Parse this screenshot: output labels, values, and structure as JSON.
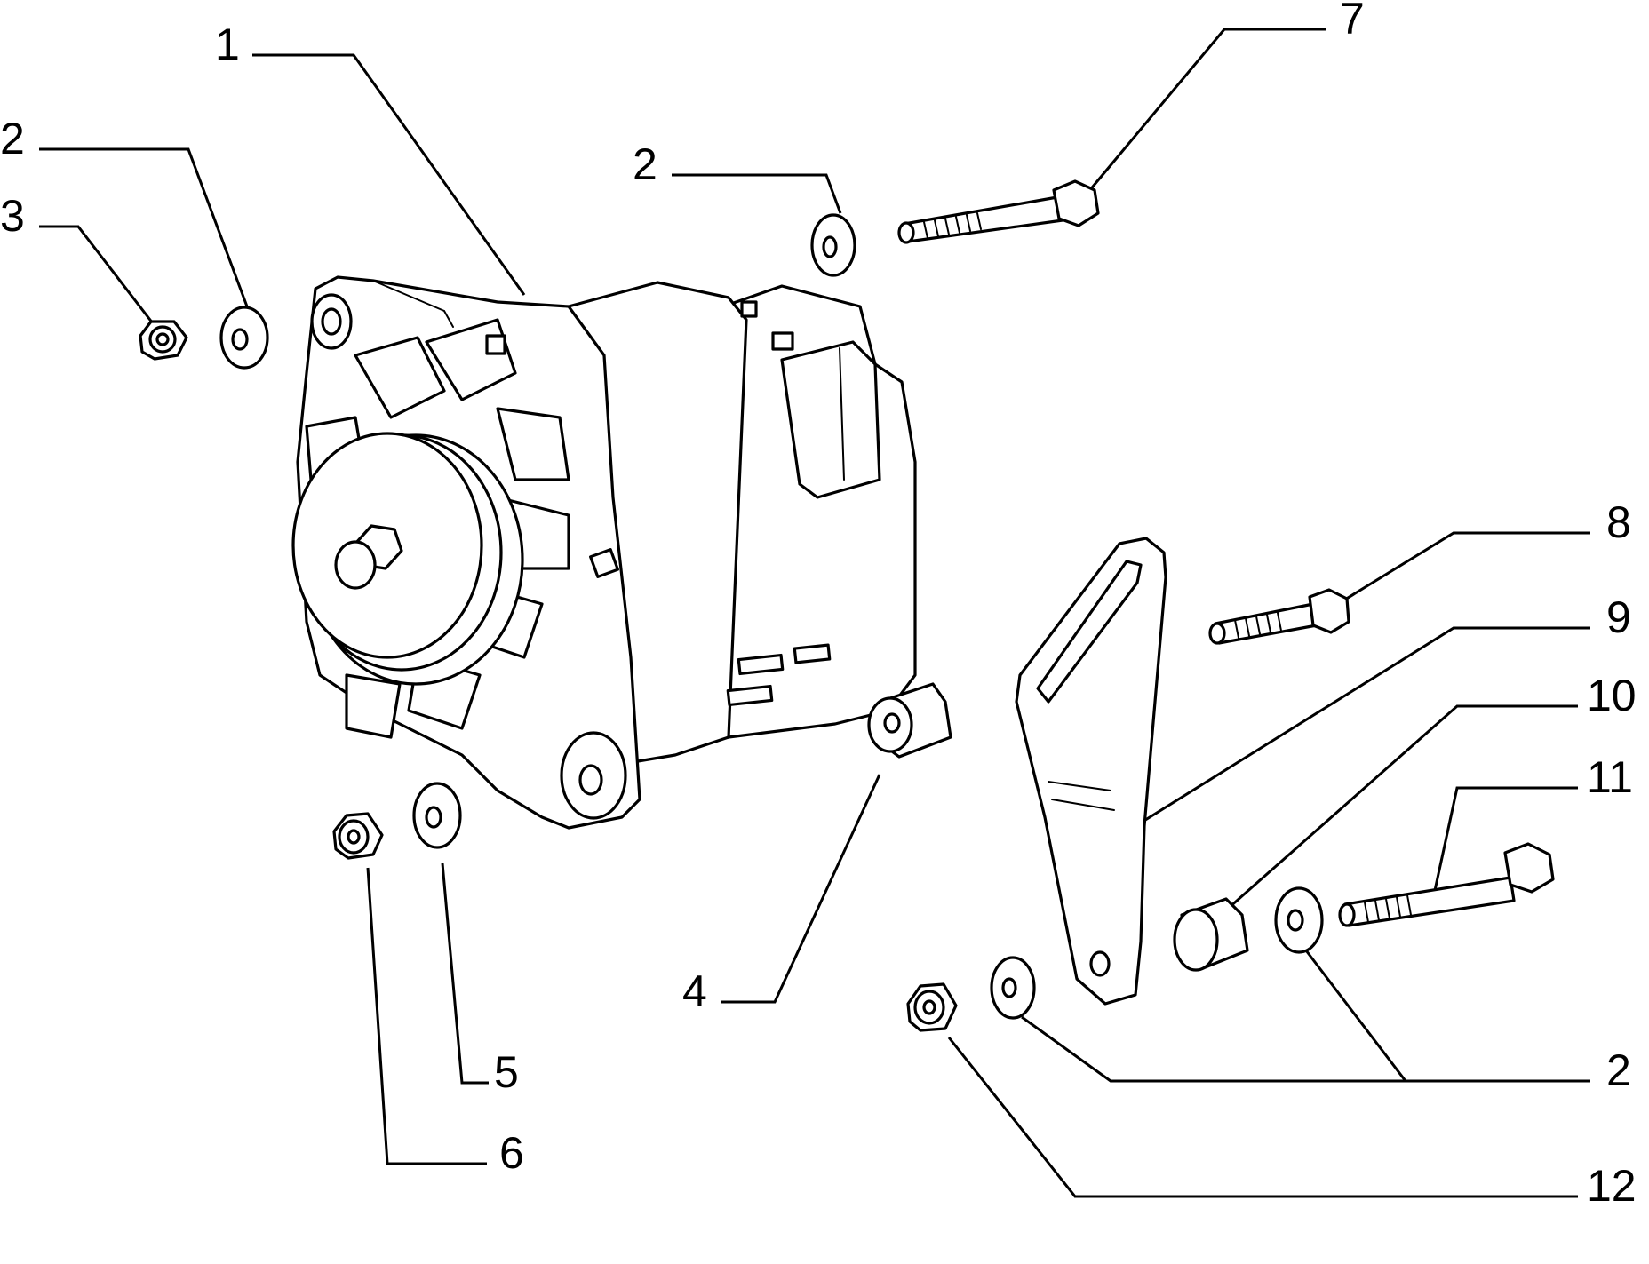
{
  "callouts": {
    "c1": "1",
    "c2_top_left": "2",
    "c3": "3",
    "c2_top_mid": "2",
    "c7": "7",
    "c8": "8",
    "c9": "9",
    "c10": "10",
    "c11": "11",
    "c2_bottom_right": "2",
    "c12": "12",
    "c4": "4",
    "c5": "5",
    "c6": "6"
  }
}
